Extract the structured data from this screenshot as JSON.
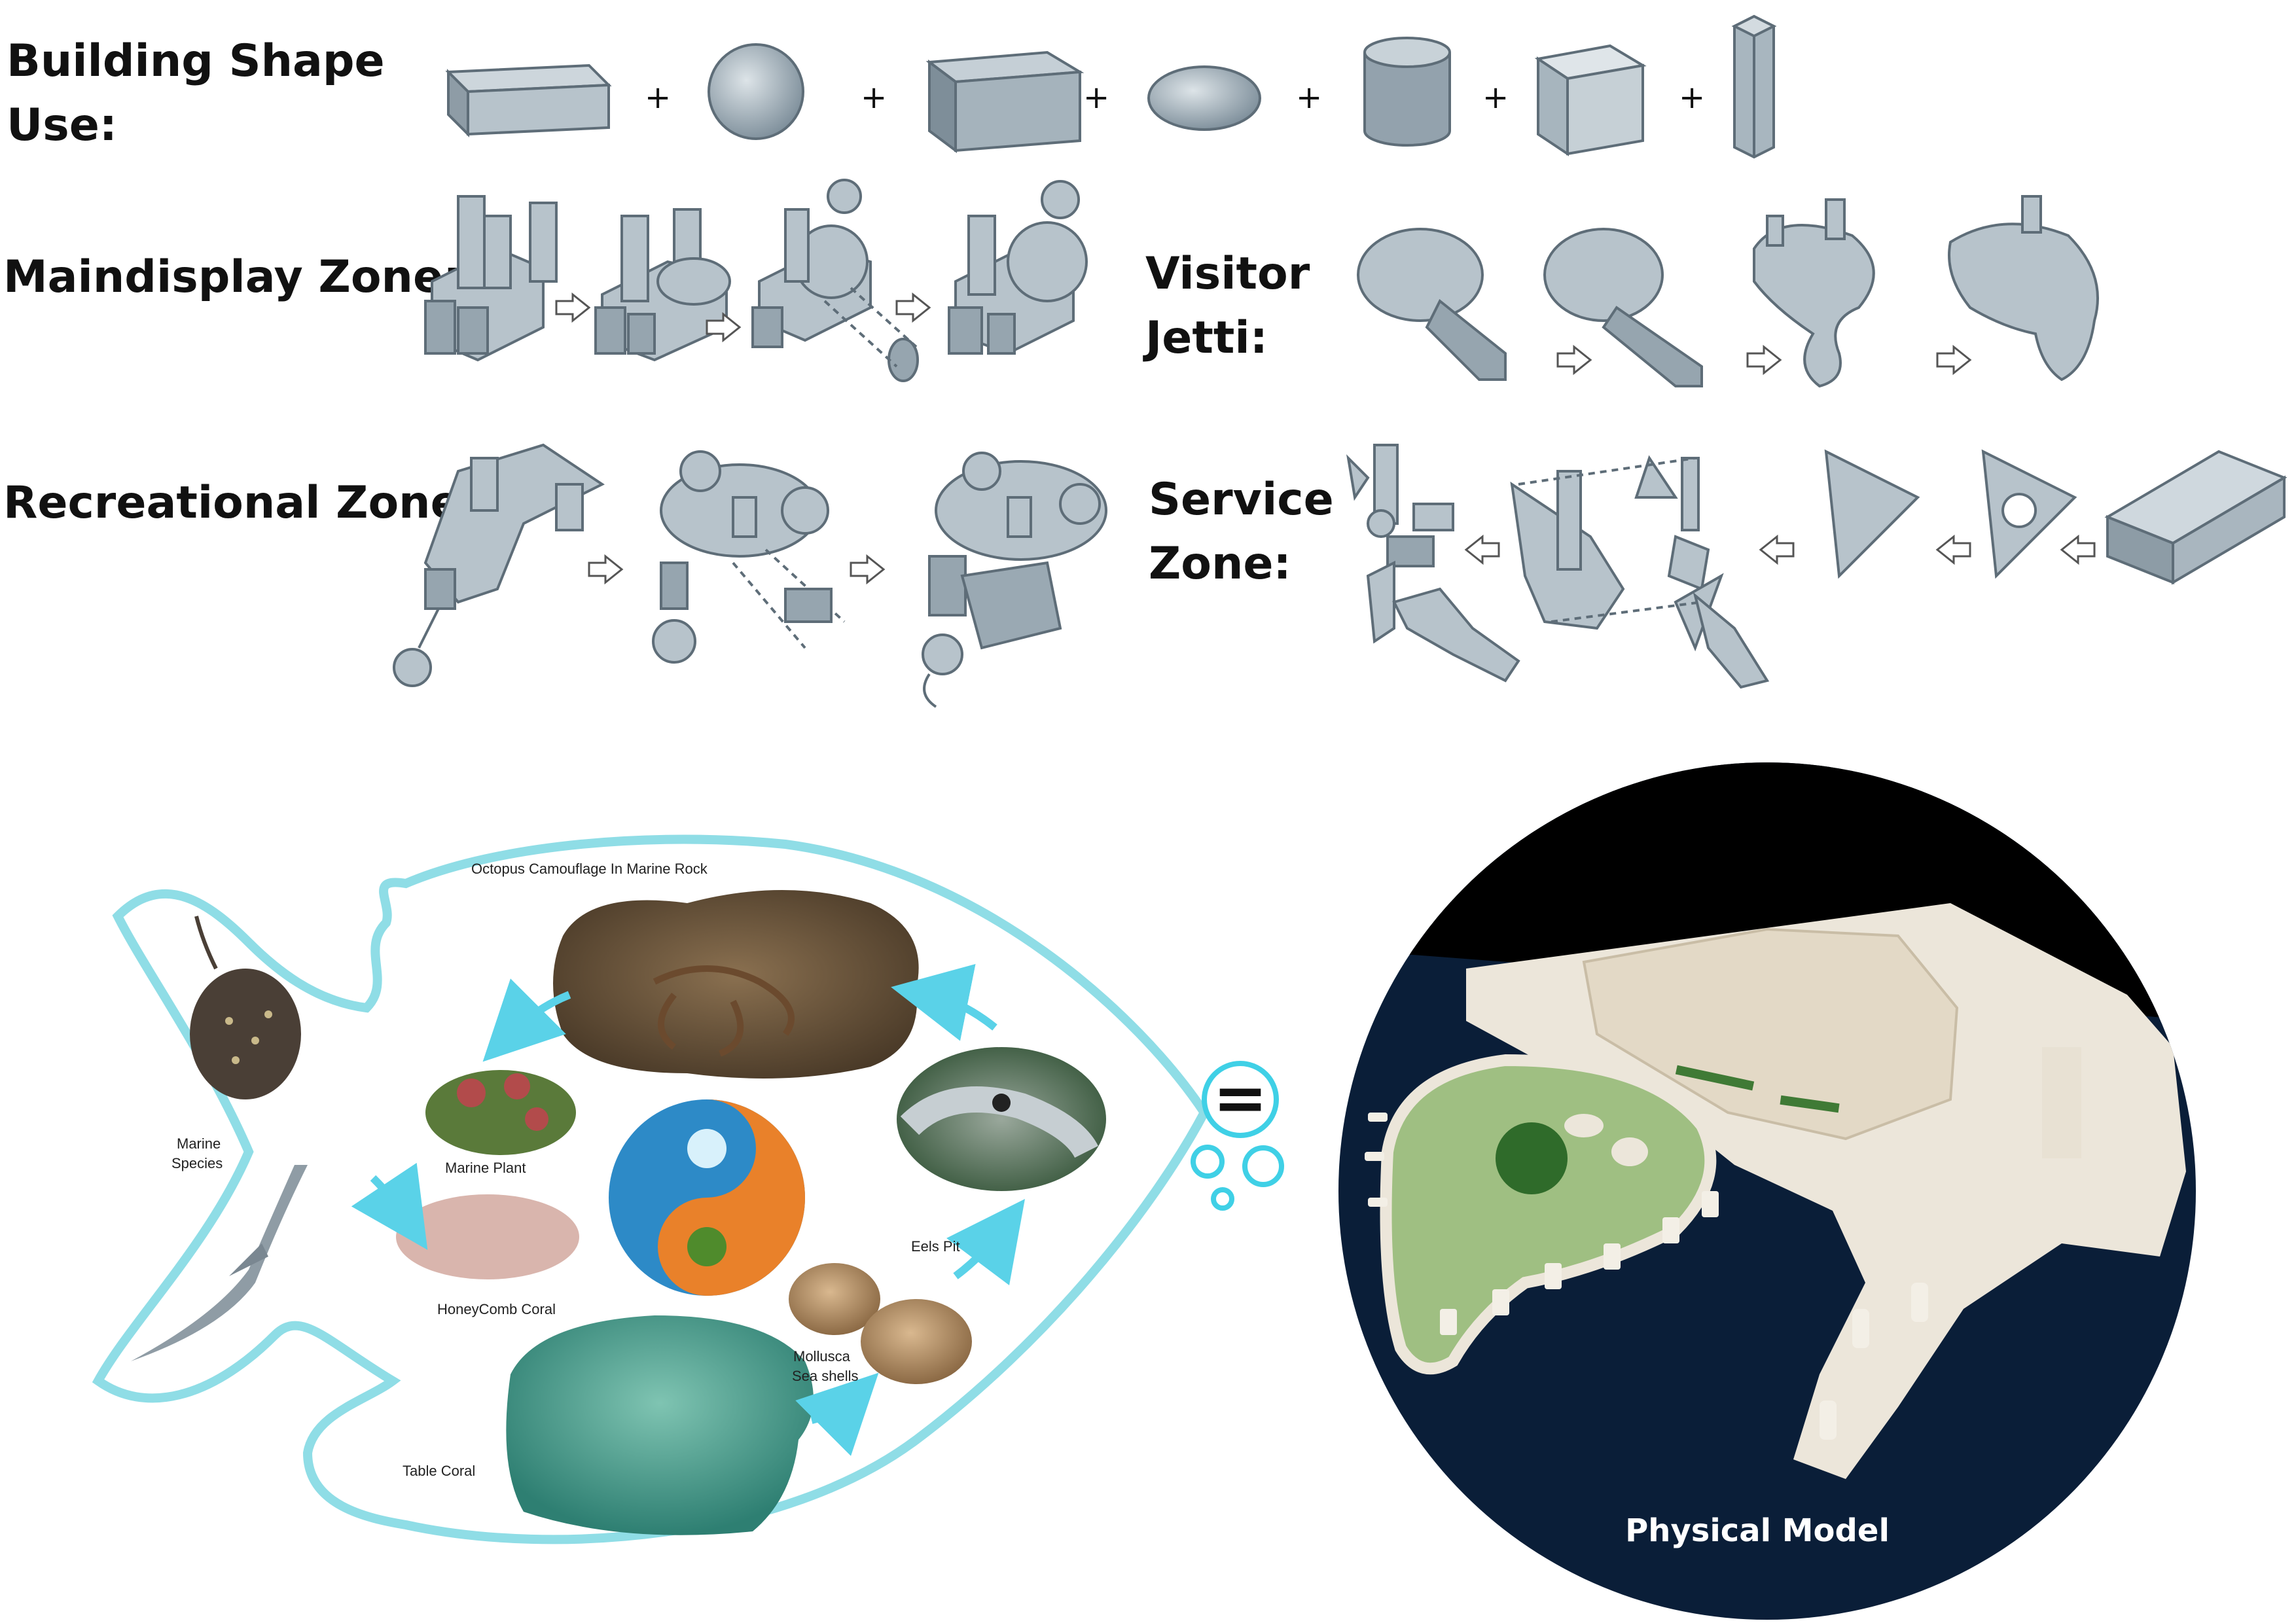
{
  "labels": {
    "building_shape": [
      "Building Shape",
      "Use:"
    ],
    "maindisplay": "Maindisplay Zone:",
    "visitor": [
      "Visitor",
      "Jetti:"
    ],
    "recreational": "Recreational Zone:",
    "service": [
      "Service",
      "Zone:"
    ]
  },
  "shape_operators": [
    "+",
    "+",
    "+",
    "+",
    "+",
    "+"
  ],
  "fish_diagram": {
    "captions": {
      "octopus": "Octopus Camouflage In Marine Rock",
      "marine_species": [
        "Marine",
        "Species"
      ],
      "marine_plant": "Marine Plant",
      "honeycomb": "HoneyComb Coral",
      "eels": "Eels Pit",
      "mollusca": [
        "Mollusca",
        "Sea shells"
      ],
      "table_coral": "Table Coral"
    }
  },
  "equals_symbol": "=",
  "physical_model": {
    "caption": "Physical Model"
  },
  "colors": {
    "sketch_fill": "#b7c3cb",
    "sketch_stroke": "#5e6d78",
    "fish_outline": "#8fdde6",
    "arrow_cyan": "#5ad2e8",
    "model_night": "#0a1e38",
    "model_white": "#ece6da",
    "model_green": "#9fbf82"
  }
}
